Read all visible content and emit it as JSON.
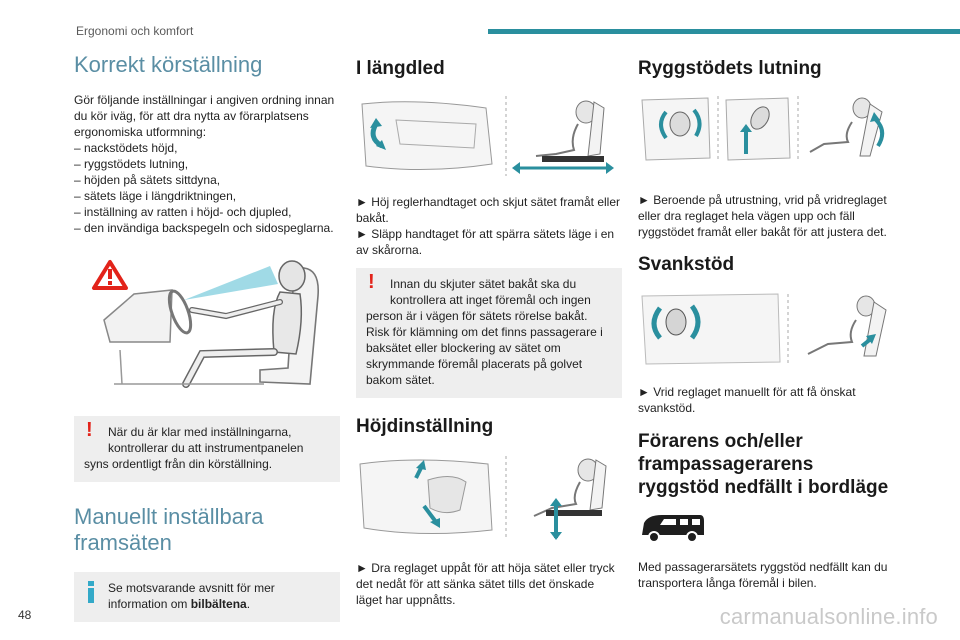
{
  "header": {
    "section": "Ergonomi och komfort",
    "accent_color": "#2a8f9e"
  },
  "page_number": "48",
  "watermark": "carmanualsonline.info",
  "col1": {
    "title": "Korrekt körställning",
    "intro": "Gör följande inställningar i angiven ordning innan du kör iväg, för att dra nytta av förarplatsens ergonomiska utformning:",
    "list": [
      "– nackstödets höjd,",
      "– ryggstödets lutning,",
      "– höjden på sätets sittdyna,",
      "– sätets läge i längdriktningen,",
      "– inställning av ratten i höjd- och djupled,",
      "– den invändiga backspegeln och sidospeglarna."
    ],
    "warning_text": "När du är klar med inställningarna, kontrollerar du att instrumentpanelen syns ordentligt från din körställning.",
    "warning_line1": "När du är klar med inställningarna,",
    "warning_line2": "kontrollerar du att instrumentpanelen",
    "warning_line3": "syns ordentligt från din körställning.",
    "section2_title_1": "Manuellt inställbara",
    "section2_title_2": "framsäten",
    "info_prefix": "Se motsvarande avsnitt för mer information om ",
    "info_line1": "Se motsvarande avsnitt för mer",
    "info_line2_pre": "information om ",
    "info_bold": "bilbältena",
    "info_suffix": "."
  },
  "col2": {
    "title1": "I längdled",
    "step1a": "► Höj reglerhandtaget och skjut sätet framåt eller bakåt.",
    "step1b": "► Släpp handtaget för att spärra sätets läge i en av skårorna.",
    "warn_l1": "Innan du skjuter sätet bakåt ska du",
    "warn_l2": "kontrollera att inget föremål och ingen",
    "warn_rest": "person är i vägen för sätets rörelse bakåt. Risk för klämning om det finns passagerare i baksätet eller blockering av sätet om skrymmande föremål placerats på golvet bakom sätet.",
    "title2": "Höjdinställning",
    "step2": "► Dra reglaget uppåt för att höja sätet eller tryck det nedåt för att sänka sätet tills det önskade läget har uppnåtts."
  },
  "col3": {
    "title1": "Ryggstödets lutning",
    "step1": "► Beroende på utrustning, vrid på vridreglaget eller dra reglaget hela vägen upp och fäll ryggstödet framåt eller bakåt för att justera det.",
    "title2": "Svankstöd",
    "step2": "► Vrid reglaget manuellt för att få önskat svankstöd.",
    "title3_1": "Förarens och/eller",
    "title3_2": "frampassagerarens",
    "title3_3": "ryggstöd nedfällt i bordläge",
    "step3": "Med passagerarsätets ryggstöd nedfällt kan du transportera långa föremål i bilen."
  }
}
